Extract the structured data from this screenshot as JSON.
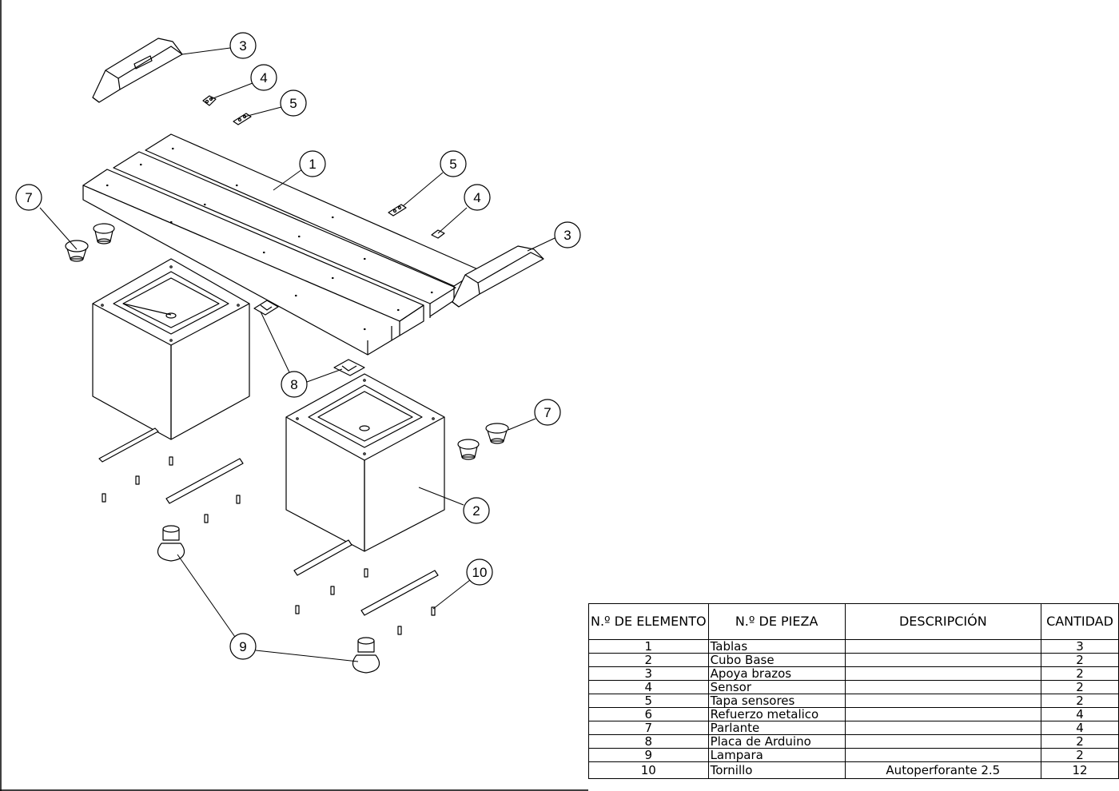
{
  "balloons": [
    {
      "id": "b3a",
      "label": "3"
    },
    {
      "id": "b4a",
      "label": "4"
    },
    {
      "id": "b5a",
      "label": "5"
    },
    {
      "id": "b1",
      "label": "1"
    },
    {
      "id": "b5b",
      "label": "5"
    },
    {
      "id": "b4b",
      "label": "4"
    },
    {
      "id": "b3b",
      "label": "3"
    },
    {
      "id": "b7a",
      "label": "7"
    },
    {
      "id": "b8",
      "label": "8"
    },
    {
      "id": "b7b",
      "label": "7"
    },
    {
      "id": "b2",
      "label": "2"
    },
    {
      "id": "b10",
      "label": "10"
    },
    {
      "id": "b9",
      "label": "9"
    }
  ],
  "bom": {
    "headers": [
      "N.º DE ELEMENTO",
      "N.º DE PIEZA",
      "DESCRIPCIÓN",
      "CANTIDAD"
    ],
    "rows": [
      {
        "item": "1",
        "part": "Tablas",
        "desc": "",
        "qty": "3"
      },
      {
        "item": "2",
        "part": "Cubo Base",
        "desc": "",
        "qty": "2"
      },
      {
        "item": "3",
        "part": "Apoya brazos",
        "desc": "",
        "qty": "2"
      },
      {
        "item": "4",
        "part": "Sensor",
        "desc": "",
        "qty": "2"
      },
      {
        "item": "5",
        "part": "Tapa sensores",
        "desc": "",
        "qty": "2"
      },
      {
        "item": "6",
        "part": "Refuerzo metalico",
        "desc": "",
        "qty": "4"
      },
      {
        "item": "7",
        "part": "Parlante",
        "desc": "",
        "qty": "4"
      },
      {
        "item": "8",
        "part": "Placa de Arduino",
        "desc": "",
        "qty": "2"
      },
      {
        "item": "9",
        "part": "Lampara",
        "desc": "",
        "qty": "2"
      },
      {
        "item": "10",
        "part": "Tornillo",
        "desc": "Autoperforante 2.5",
        "qty": "12"
      }
    ]
  }
}
